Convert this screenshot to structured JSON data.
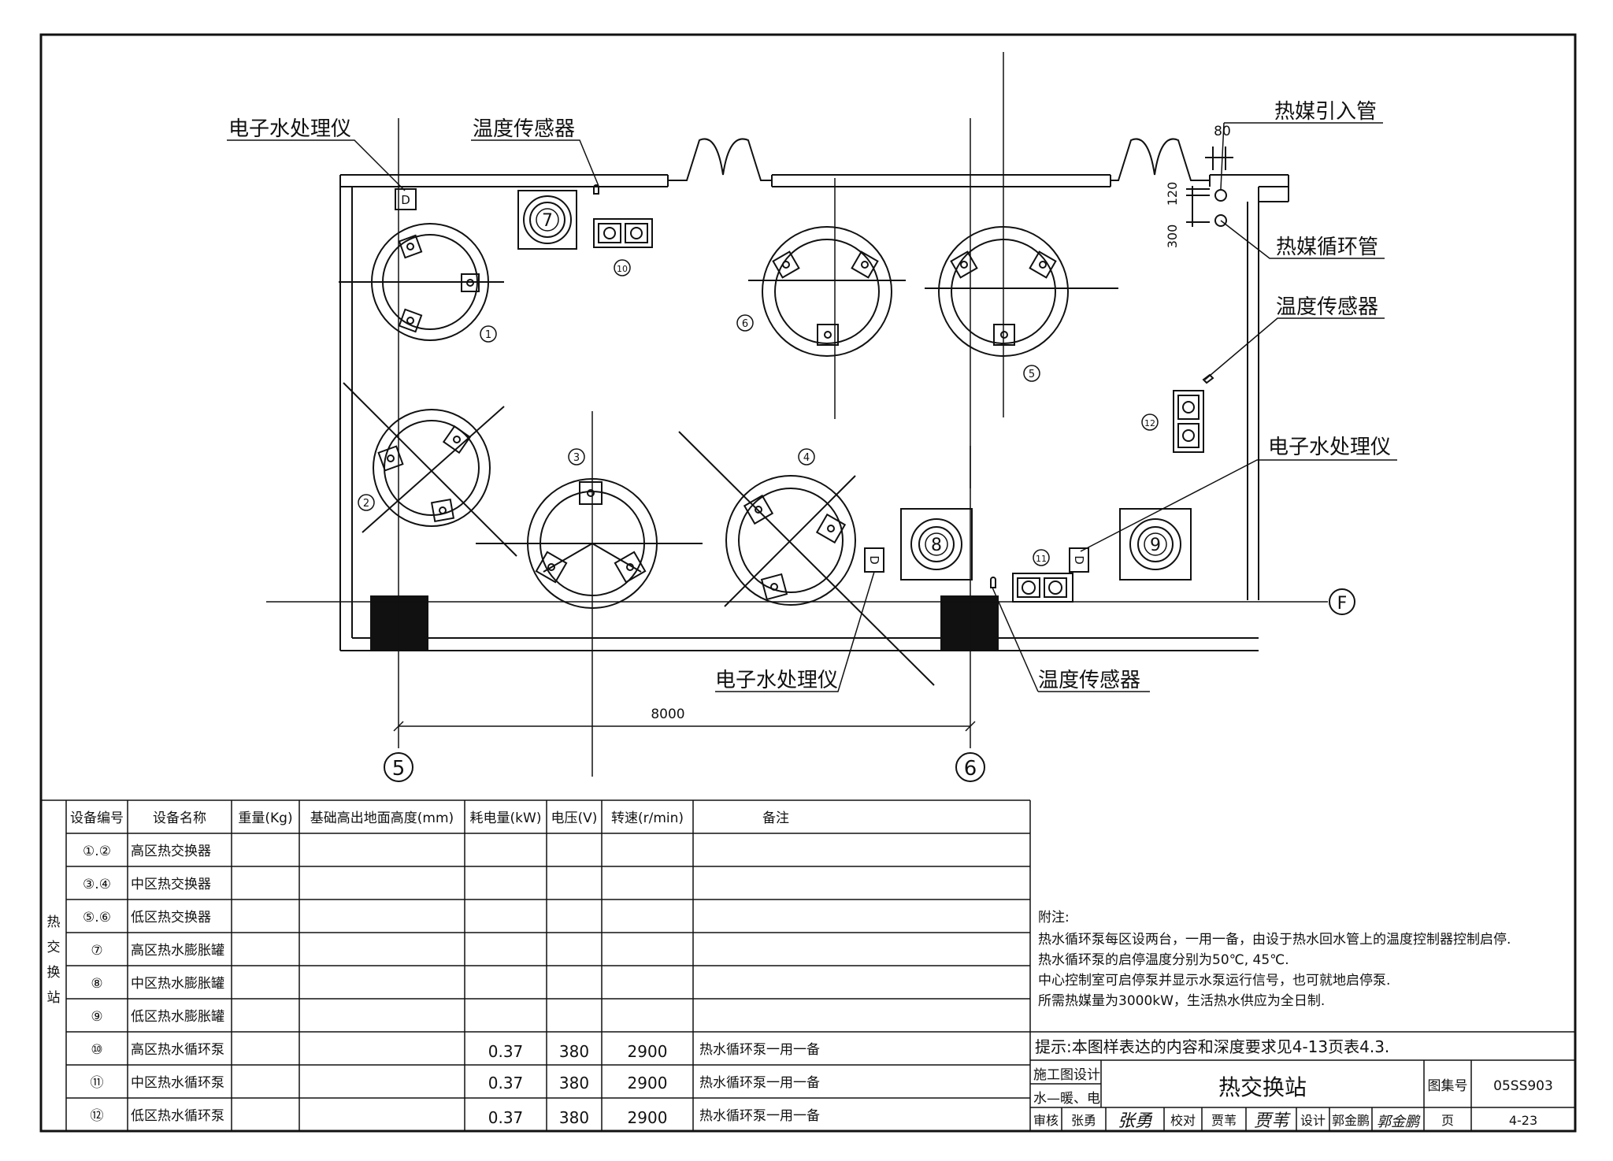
{
  "plan": {
    "labels": {
      "ewt_top": "电子水处理仪",
      "temp_top": "温度传感器",
      "heat_in": "热媒引入管",
      "heat_circ": "热媒循环管",
      "temp_right": "温度传感器",
      "ewt_right": "电子水处理仪",
      "ewt_bottom": "电子水处理仪",
      "temp_bottom": "温度传感器"
    },
    "dims": {
      "d80": "80",
      "d120": "120",
      "d300": "300",
      "d8000": "8000"
    },
    "axes": {
      "a5": "5",
      "a6": "6",
      "aF": "F"
    },
    "equip": {
      "e1": "1",
      "e2": "2",
      "e3": "3",
      "e4": "4",
      "e5": "5",
      "e6": "6",
      "e7": "7",
      "e8": "8",
      "e9": "9",
      "e10": "10",
      "e11": "11",
      "e12": "12"
    },
    "d_mark": "D"
  },
  "table": {
    "side_label": [
      "热",
      "交",
      "换",
      "站"
    ],
    "headers": [
      "设备编号",
      "设备名称",
      "重量(Kg)",
      "基础高出地面高度(mm)",
      "耗电量(kW)",
      "电压(V)",
      "转速(r/min)",
      "备注"
    ],
    "rows": [
      {
        "no": "①.②",
        "name": "高区热交换器",
        "weight": "",
        "height": "",
        "power": "",
        "voltage": "",
        "speed": "",
        "note": ""
      },
      {
        "no": "③.④",
        "name": "中区热交换器",
        "weight": "",
        "height": "",
        "power": "",
        "voltage": "",
        "speed": "",
        "note": ""
      },
      {
        "no": "⑤.⑥",
        "name": "低区热交换器",
        "weight": "",
        "height": "",
        "power": "",
        "voltage": "",
        "speed": "",
        "note": ""
      },
      {
        "no": "⑦",
        "name": "高区热水膨胀罐",
        "weight": "",
        "height": "",
        "power": "",
        "voltage": "",
        "speed": "",
        "note": ""
      },
      {
        "no": "⑧",
        "name": "中区热水膨胀罐",
        "weight": "",
        "height": "",
        "power": "",
        "voltage": "",
        "speed": "",
        "note": ""
      },
      {
        "no": "⑨",
        "name": "低区热水膨胀罐",
        "weight": "",
        "height": "",
        "power": "",
        "voltage": "",
        "speed": "",
        "note": ""
      },
      {
        "no": "⑩",
        "name": "高区热水循环泵",
        "weight": "",
        "height": "",
        "power": "0.37",
        "voltage": "380",
        "speed": "2900",
        "note": "热水循环泵一用一备"
      },
      {
        "no": "⑪",
        "name": "中区热水循环泵",
        "weight": "",
        "height": "",
        "power": "0.37",
        "voltage": "380",
        "speed": "2900",
        "note": "热水循环泵一用一备"
      },
      {
        "no": "⑫",
        "name": "低区热水循环泵",
        "weight": "",
        "height": "",
        "power": "0.37",
        "voltage": "380",
        "speed": "2900",
        "note": "热水循环泵一用一备"
      }
    ]
  },
  "notes": {
    "title": "附注:",
    "lines": [
      "热水循环泵每区设两台，一用一备，由设于热水回水管上的温度控制器控制启停.",
      "热水循环泵的启停温度分别为50℃, 45℃.",
      "中心控制室可启停泵并显示水泵运行信号，也可就地启停泵.",
      "所需热媒量为3000kW，生活热水供应为全日制."
    ]
  },
  "titleblock": {
    "hint": "提示:本图样表达的内容和深度要求见4-13页表4.3.",
    "design_label": "施工图设计",
    "discipline": "水—暖、电",
    "drawing_title": "热交换站",
    "atlas_label": "图集号",
    "atlas_no": "05SS903",
    "review_label": "审核",
    "reviewer": "张勇",
    "reviewer_sign": "张勇",
    "check_label": "校对",
    "checker": "贾苇",
    "checker_sign": "贾苇",
    "design_person_label": "设计",
    "designer": "郭金鹏",
    "designer_sign": "郭金鹏",
    "page_label": "页",
    "page_no": "4-23"
  }
}
